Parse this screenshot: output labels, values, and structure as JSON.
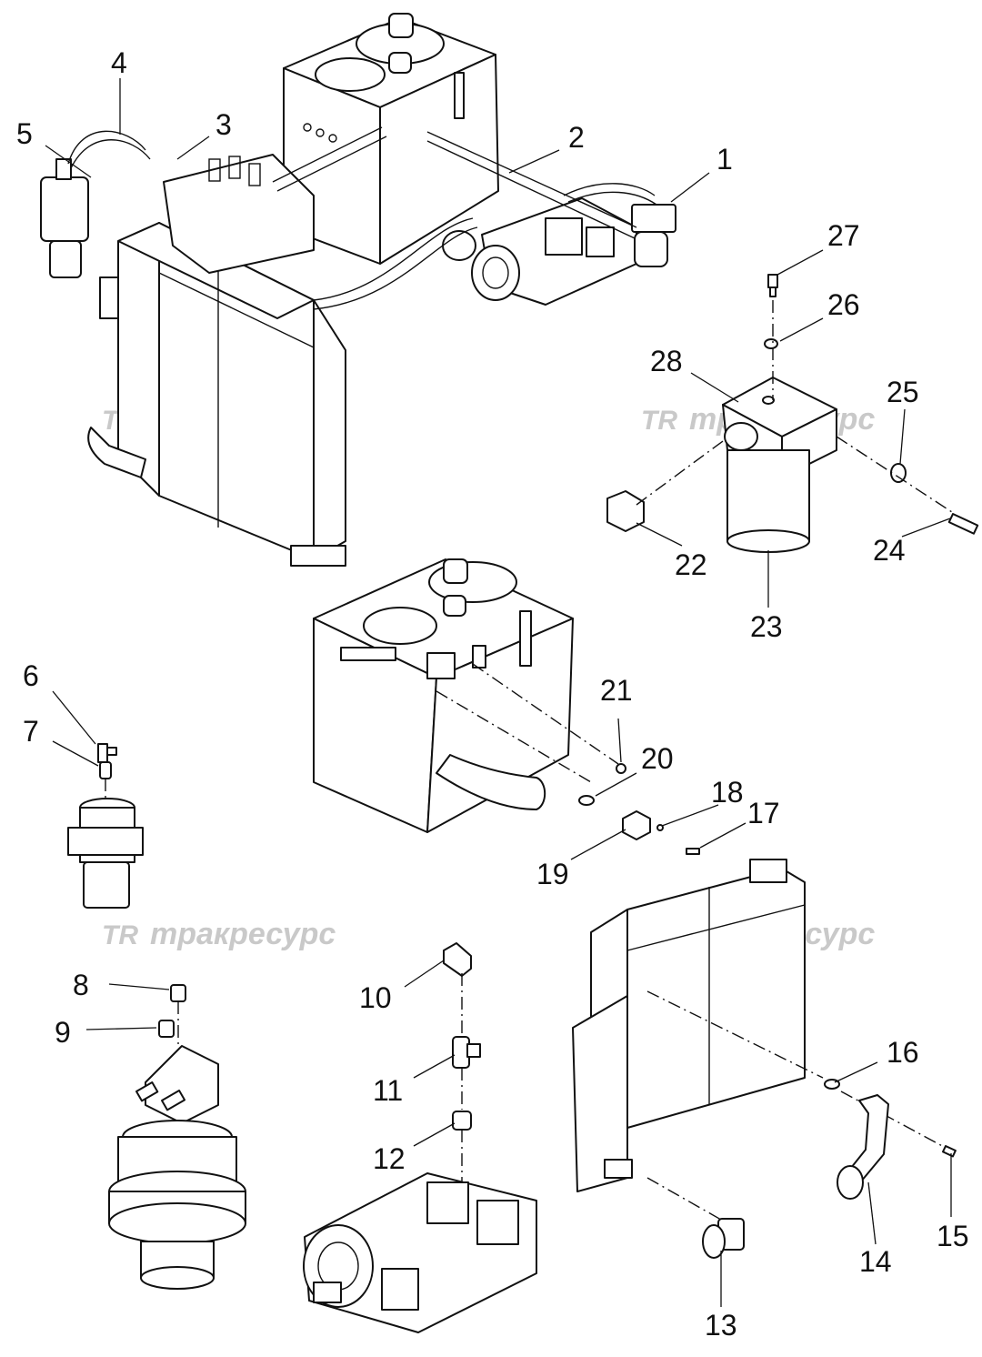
{
  "watermark": {
    "brand": "тракресурс",
    "logo": "TR"
  },
  "callouts": [
    "1",
    "2",
    "3",
    "4",
    "5",
    "6",
    "7",
    "8",
    "9",
    "10",
    "11",
    "12",
    "13",
    "14",
    "15",
    "16",
    "17",
    "18",
    "19",
    "20",
    "21",
    "22",
    "23",
    "24",
    "25",
    "26",
    "27",
    "28"
  ]
}
